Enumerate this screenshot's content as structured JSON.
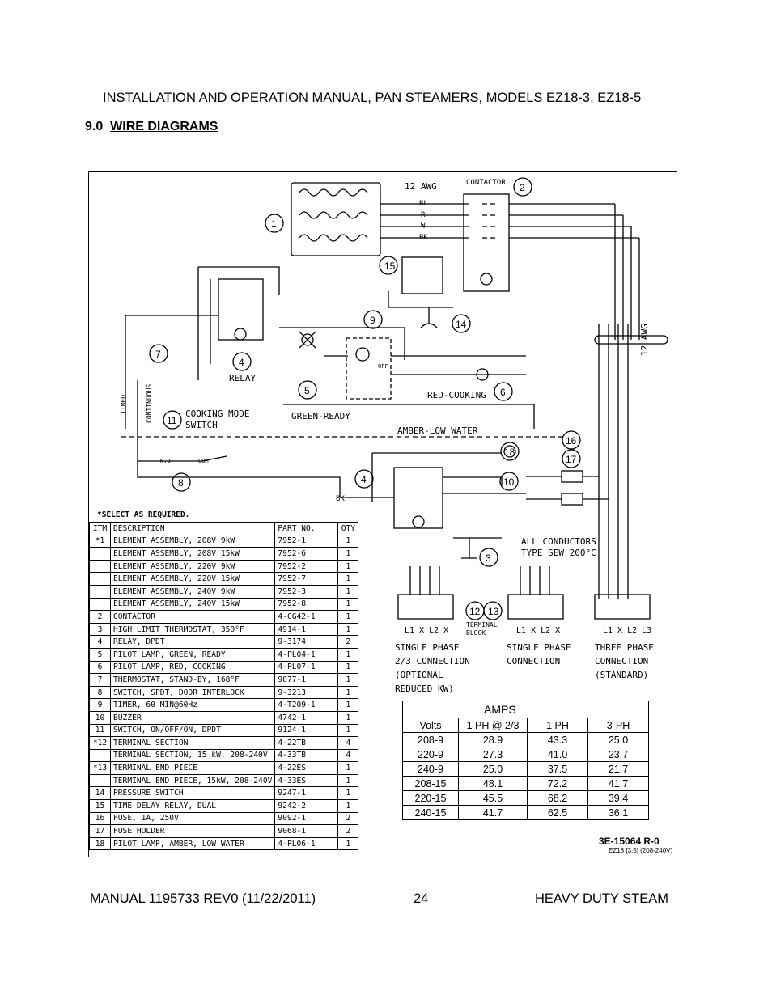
{
  "header": {
    "title": "INSTALLATION AND OPERATION MANUAL, PAN STEAMERS, MODELS EZ18-3, EZ18-5"
  },
  "section": {
    "number": "9.0",
    "title": "WIRE DIAGRAMS"
  },
  "footer": {
    "left": "MANUAL 1195733 REV0 (11/22/2011)",
    "page": "24",
    "right": "HEAVY DUTY STEAM"
  },
  "diagram": {
    "labels": {
      "awg_top": "12 AWG",
      "awg_side": "12 AWG",
      "contactor": "CONTACTOR",
      "relay": "RELAY",
      "green_ready": "GREEN-READY",
      "red_cooking": "RED-COOKING",
      "amber_low_water": "AMBER-LOW WATER",
      "cooking_mode_switch": "COOKING MODE SWITCH",
      "timed": "TIMED",
      "continuous": "CONTINUOUS",
      "no": "N.O.",
      "com": "COM",
      "off": "OFF",
      "bk": "BK",
      "all_conductors": "ALL CONDUCTORS TYPE SEW 200°C",
      "terminal_block": "TERMINAL BLOCK",
      "single_phase_23": "SINGLE PHASE 2/3 CONNECTION (OPTIONAL REDUCED KW)",
      "single_phase": "SINGLE PHASE CONNECTION",
      "three_phase": "THREE PHASE CONNECTION (STANDARD)",
      "l1xl2x": "L1 X L2 X",
      "l1xl2l3": "L1 X L2 L3",
      "wire_bl": "BL",
      "wire_r": "R",
      "wire_w": "W",
      "wire_bk": "BK"
    },
    "select_note": "*SELECT AS REQUIRED.",
    "drawing_number": "3E-15064 R-0",
    "drawing_sub": "EZ18 [3,5] (208-240V)"
  },
  "parts_table": {
    "headers": [
      "ITM",
      "DESCRIPTION",
      "PART NO.",
      "QTY"
    ],
    "rows": [
      [
        "*1",
        "ELEMENT ASSEMBLY, 208V 9kW",
        "7952-1",
        "1"
      ],
      [
        "",
        "ELEMENT ASSEMBLY, 208V 15kW",
        "7952-6",
        "1"
      ],
      [
        "",
        "ELEMENT ASSEMBLY, 220V 9kW",
        "7952-2",
        "1"
      ],
      [
        "",
        "ELEMENT ASSEMBLY, 220V 15kW",
        "7952-7",
        "1"
      ],
      [
        "",
        "ELEMENT ASSEMBLY, 240V 9kW",
        "7952-3",
        "1"
      ],
      [
        "",
        "ELEMENT ASSEMBLY, 240V 15kW",
        "7952-8",
        "1"
      ],
      [
        "2",
        "CONTACTOR",
        "4-CG42-1",
        "1"
      ],
      [
        "3",
        "HIGH LIMIT THERMOSTAT, 350°F",
        "4914-1",
        "1"
      ],
      [
        "4",
        "RELAY, DPDT",
        "9-3174",
        "2"
      ],
      [
        "5",
        "PILOT LAMP, GREEN, READY",
        "4-PL04-1",
        "1"
      ],
      [
        "6",
        "PILOT LAMP, RED, COOKING",
        "4-PL07-1",
        "1"
      ],
      [
        "7",
        "THERMOSTAT, STAND-BY, 168°F",
        "9077-1",
        "1"
      ],
      [
        "8",
        "SWITCH, SPDT, DOOR INTERLOCK",
        "9-3213",
        "1"
      ],
      [
        "9",
        "TIMER, 60 MIN@60Hz",
        "4-T209-1",
        "1"
      ],
      [
        "10",
        "BUZZER",
        "4742-1",
        "1"
      ],
      [
        "11",
        "SWITCH, ON/OFF/ON, DPDT",
        "9124-1",
        "1"
      ],
      [
        "*12",
        "TERMINAL SECTION",
        "4-22TB",
        "4"
      ],
      [
        "",
        "TERMINAL SECTION, 15 kW, 208-240V",
        "4-33TB",
        "4"
      ],
      [
        "*13",
        "TERMINAL END PIECE",
        "4-22ES",
        "1"
      ],
      [
        "",
        "TERMINAL END PIECE, 15kW, 208-240V",
        "4-33ES",
        "1"
      ],
      [
        "14",
        "PRESSURE SWITCH",
        "9247-1",
        "1"
      ],
      [
        "15",
        "TIME DELAY RELAY, DUAL",
        "9242-2",
        "1"
      ],
      [
        "16",
        "FUSE, 1A, 250V",
        "9092-1",
        "2"
      ],
      [
        "17",
        "FUSE HOLDER",
        "9068-1",
        "2"
      ],
      [
        "18",
        "PILOT LAMP, AMBER, LOW WATER",
        "4-PL06-1",
        "1"
      ]
    ]
  },
  "amps_table": {
    "title": "AMPS",
    "headers": [
      "Volts",
      "1 PH @ 2/3",
      "1 PH",
      "3-PH"
    ],
    "rows": [
      [
        "208-9",
        "28.9",
        "43.3",
        "25.0"
      ],
      [
        "220-9",
        "27.3",
        "41.0",
        "23.7"
      ],
      [
        "240-9",
        "25.0",
        "37.5",
        "21.7"
      ],
      [
        "208-15",
        "48.1",
        "72.2",
        "41.7"
      ],
      [
        "220-15",
        "45.5",
        "68.2",
        "39.4"
      ],
      [
        "240-15",
        "41.7",
        "62.5",
        "36.1"
      ]
    ]
  }
}
